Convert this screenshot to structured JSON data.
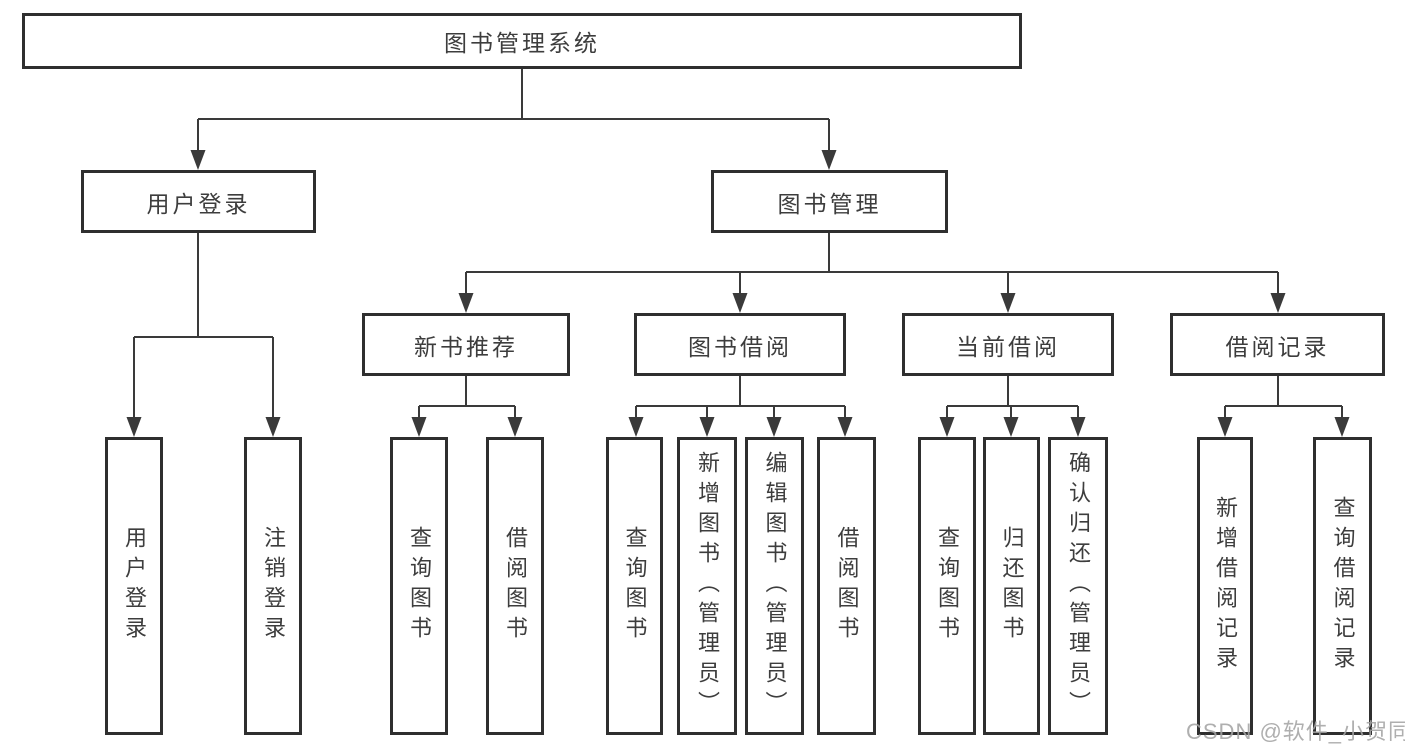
{
  "colors": {
    "background": "#ffffff",
    "box_border": "#2f2f2f",
    "connector_line": "#3a3a3a",
    "text": "#3d3d3d",
    "watermark": "#a4a4a4"
  },
  "watermark": {
    "text": "CSDN @软件_小贺同学"
  },
  "tree": {
    "label": "图书管理系统",
    "children": [
      {
        "label": "用户登录",
        "children": [
          {
            "label": "用户登录"
          },
          {
            "label": "注销登录"
          }
        ]
      },
      {
        "label": "图书管理",
        "children": [
          {
            "label": "新书推荐",
            "children": [
              {
                "label": "查询图书"
              },
              {
                "label": "借阅图书"
              }
            ]
          },
          {
            "label": "图书借阅",
            "children": [
              {
                "label": "查询图书"
              },
              {
                "label": "新增图书（管理员）"
              },
              {
                "label": "编辑图书（管理员）"
              },
              {
                "label": "借阅图书"
              }
            ]
          },
          {
            "label": "当前借阅",
            "children": [
              {
                "label": "查询图书"
              },
              {
                "label": "归还图书"
              },
              {
                "label": "确认归还（管理员）"
              }
            ]
          },
          {
            "label": "借阅记录",
            "children": [
              {
                "label": "新增借阅记录"
              },
              {
                "label": "查询借阅记录"
              }
            ]
          }
        ]
      }
    ]
  }
}
